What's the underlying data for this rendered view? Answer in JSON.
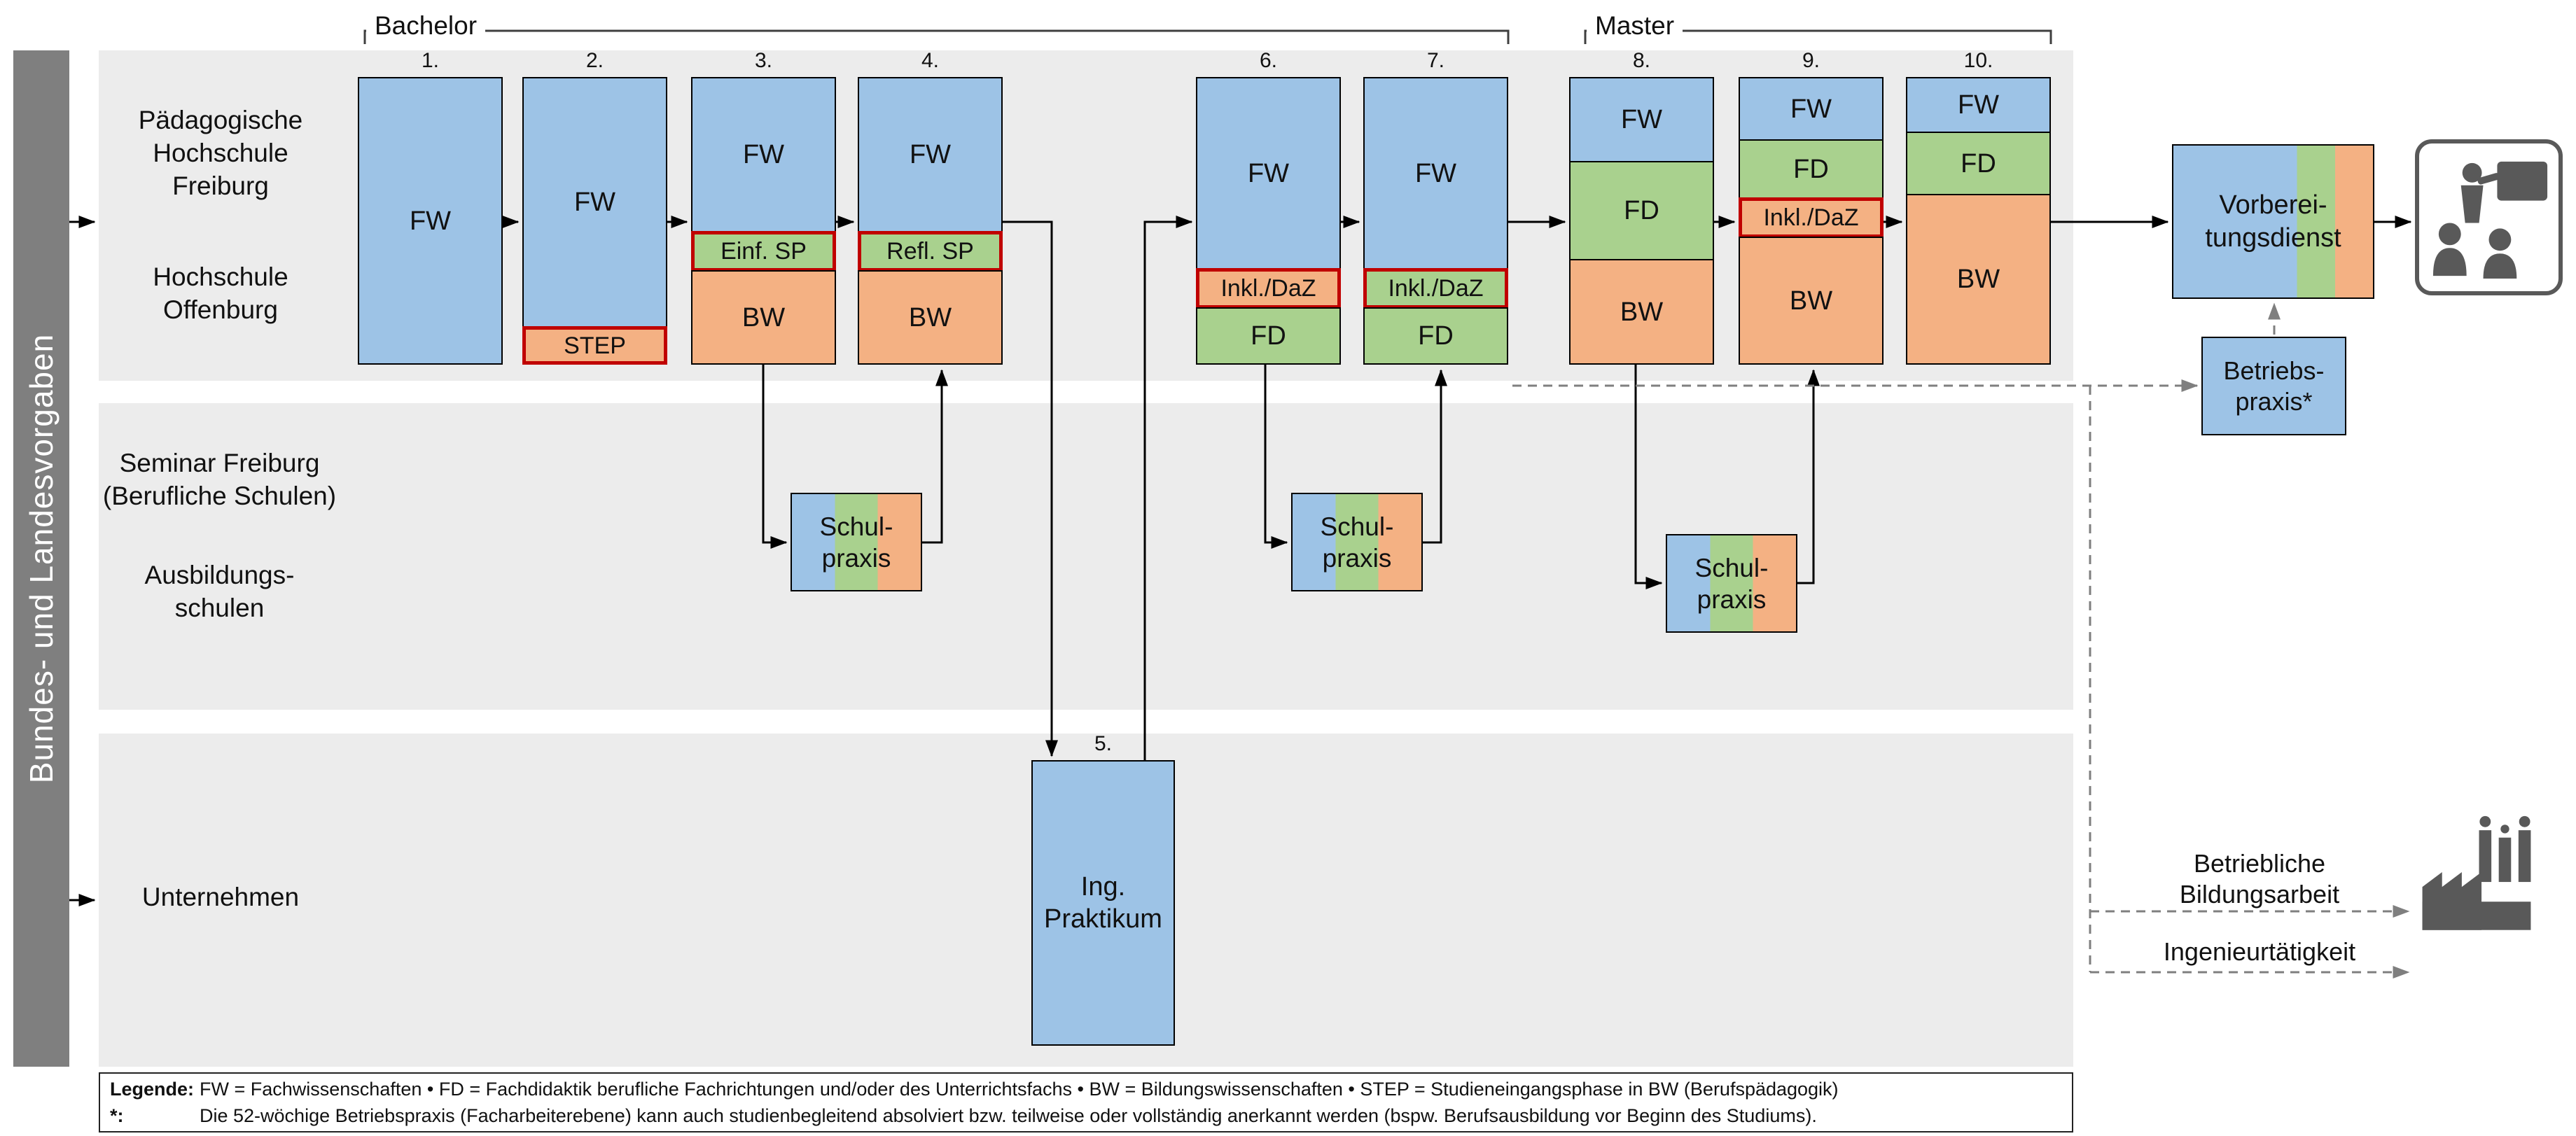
{
  "header": {
    "bachelor": "Bachelor",
    "master": "Master"
  },
  "sidebar": {
    "label": "Bundes- und Landesvorgaben"
  },
  "rows": {
    "ph_freiburg": "Pädagogische\nHochschule\nFreiburg",
    "hs_offenburg": "Hochschule\nOffenburg",
    "seminar": "Seminar Freiburg\n(Berufliche Schulen)",
    "ausbildungsschulen": "Ausbildungs-\nschulen",
    "unternehmen": "Unternehmen"
  },
  "semesters": {
    "s1": {
      "num": "1.",
      "fw": "FW"
    },
    "s2": {
      "num": "2.",
      "fw": "FW",
      "step": "STEP"
    },
    "s3": {
      "num": "3.",
      "fw": "FW",
      "sp": "Einf. SP",
      "bw": "BW"
    },
    "s4": {
      "num": "4.",
      "fw": "FW",
      "sp": "Refl. SP",
      "bw": "BW"
    },
    "s5": {
      "num": "5.",
      "label": "Ing.\nPraktikum"
    },
    "s6": {
      "num": "6.",
      "fw": "FW",
      "inkl": "Inkl./DaZ",
      "fd": "FD"
    },
    "s7": {
      "num": "7.",
      "fw": "FW",
      "inkl": "Inkl./DaZ",
      "fd": "FD"
    },
    "s8": {
      "num": "8.",
      "fw": "FW",
      "fd": "FD",
      "bw": "BW"
    },
    "s9": {
      "num": "9.",
      "fw": "FW",
      "fd": "FD",
      "inkl": "Inkl./DaZ",
      "bw": "BW"
    },
    "s10": {
      "num": "10.",
      "fw": "FW",
      "fd": "FD",
      "bw": "BW"
    }
  },
  "praxis": {
    "schulpraxis": "Schul-\npraxis",
    "vorbereitungsdienst": "Vorberei-\ntungsdienst",
    "betriebspraxis": "Betriebs-\npraxis*"
  },
  "right": {
    "betriebliche_bildungsarbeit": "Betriebliche\nBildungsarbeit",
    "ingenieurtaetigkeit": "Ingenieurtätigkeit"
  },
  "legend": {
    "label": "Legende:",
    "line1": "FW = Fachwissenschaften • FD = Fachdidaktik berufliche Fachrichtungen und/oder des Unterrichtsfachs • BW = Bildungswissenschaften • STEP = Studieneingangsphase in BW (Berufspädagogik)",
    "star": "*:",
    "line2": "Die 52-wöchige Betriebspraxis (Facharbeiterebene) kann auch studienbegleitend absolviert bzw. teilweise oder vollständig anerkannt werden (bspw. Berufsausbildung vor Beginn des Studiums)."
  },
  "colors": {
    "fw_blue": "#9DC3E6",
    "fd_green": "#A9D18E",
    "bw_orange": "#F4B183",
    "highlight_red": "#C00000",
    "band_gray": "#ECECEC",
    "sidebar_gray": "#7F7F7F",
    "icon_gray": "#595959"
  }
}
